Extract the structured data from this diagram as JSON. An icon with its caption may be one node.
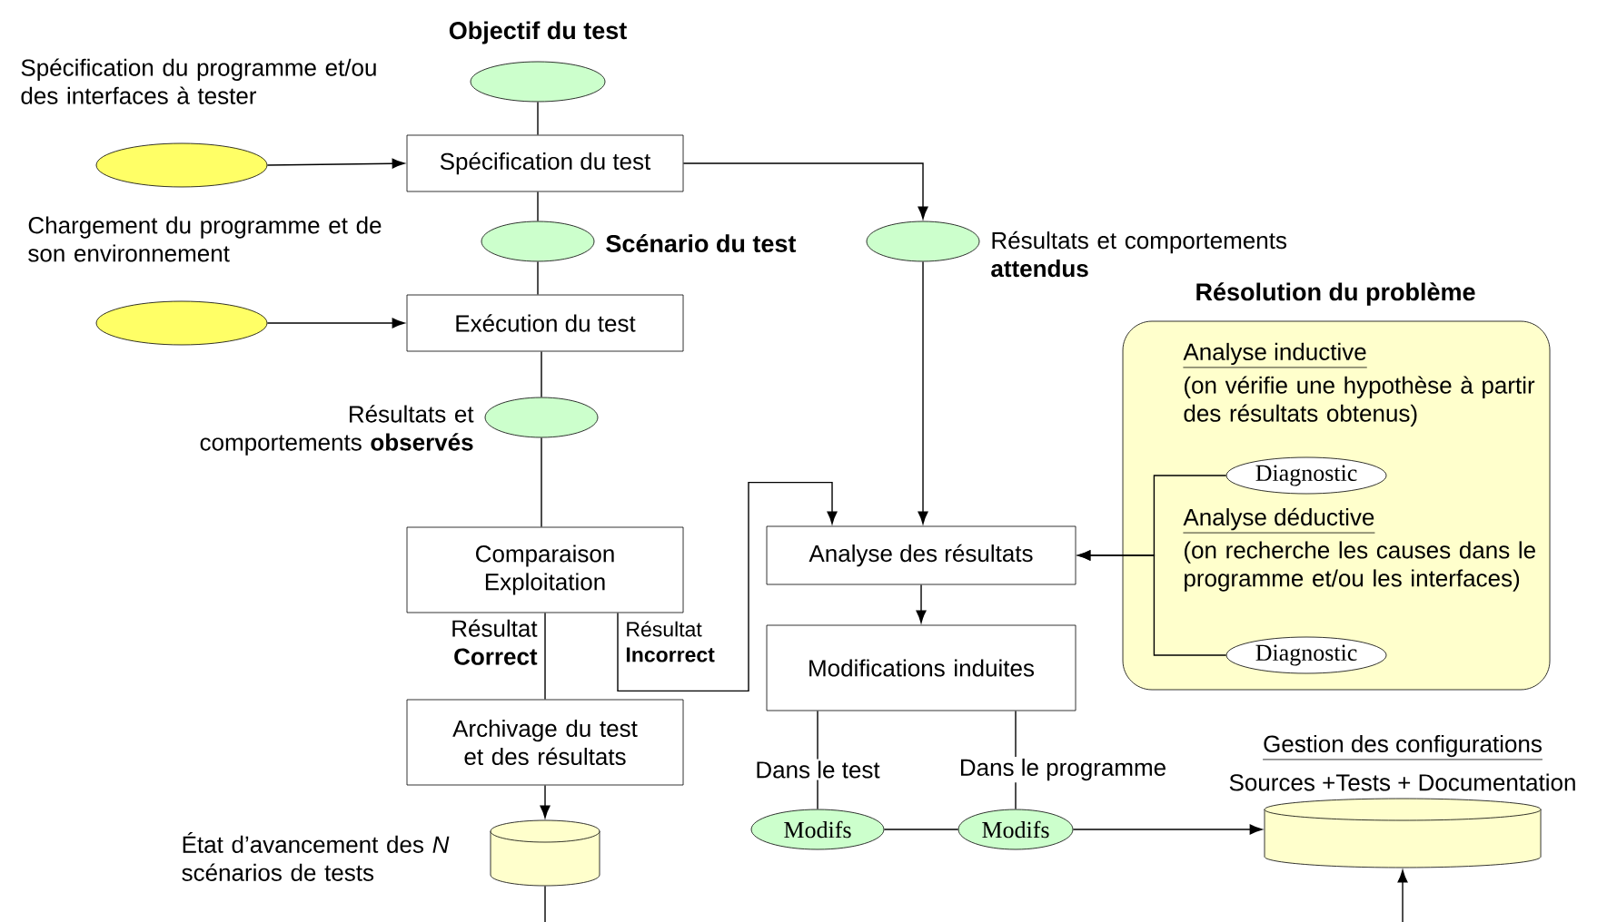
{
  "diagram": {
    "nodes": [
      {
        "text": [
          "Objectif du test"
        ]
      },
      {
        "text": [
          "Spécification du programme et/ou des interfaces à tester"
        ]
      },
      {
        "text": [
          "Spécification du test"
        ]
      },
      {
        "text": [
          "Scénario du test"
        ]
      },
      {
        "text": [
          "Chargement du programme et de son environnement"
        ]
      },
      {
        "text": [
          "Exécution du test"
        ]
      },
      {
        "text": [
          "Résultats et comportements **observés**"
        ]
      },
      {
        "text": [
          "Résultats et comportements **attendus**"
        ]
      },
      {
        "text": [
          "Comparaison Exploitation"
        ]
      },
      {
        "text": [
          "Archivage du test et des résultats"
        ]
      },
      {
        "text": [
          "État d’avancement des *N* scénarios de tests"
        ]
      },
      {
        "text": [
          "Analyse des résultats"
        ]
      },
      {
        "text": [
          "Modifications induites"
        ]
      },
      {
        "text": [
          "Modifs"
        ]
      },
      {
        "text": [
          "Modifs"
        ]
      },
      {
        "text": [
          "Gestion des configurations",
          "Sources +Tests + Documentation"
        ]
      },
      {
        "text": [
          "Résolution du problème",
          "Analyse inductive",
          "(on vérifie une hypothèse à partir des résultats obtenus)",
          "Analyse déductive",
          "(on recherche les causes dans le programme et/ou les interfaces)"
        ]
      },
      {
        "text": [
          "Diagnostic"
        ],
        "in": 16
      },
      {
        "text": [
          "Diagnostic"
        ],
        "in": 16
      }
    ],
    "edges": [
      {
        "from": 0,
        "to": 2,
        "arrow": "none"
      },
      {
        "from": 1,
        "to": 2,
        "arrow": "to"
      },
      {
        "from": 2,
        "to": 3,
        "arrow": "none"
      },
      {
        "from": 3,
        "to": 5,
        "arrow": "none"
      },
      {
        "from": 4,
        "to": 5,
        "arrow": "to"
      },
      {
        "from": 5,
        "to": 6,
        "arrow": "none"
      },
      {
        "from": 6,
        "to": 8,
        "arrow": "none"
      },
      {
        "from": 2,
        "to": 7,
        "arrow": "to"
      },
      {
        "from": 7,
        "to": 11,
        "arrow": "to"
      },
      {
        "from": 8,
        "to": 9,
        "arrow": "none",
        "label": "Résultat **Correct**"
      },
      {
        "from": 8,
        "to": 11,
        "arrow": "to",
        "label": "Résultat **Incorrect**"
      },
      {
        "from": 9,
        "to": 10,
        "arrow": "to"
      },
      {
        "from": 10,
        "to": null,
        "arrow": "none"
      },
      {
        "from": 17,
        "to": 11,
        "arrow": "to"
      },
      {
        "from": 18,
        "to": 11,
        "arrow": "to"
      },
      {
        "from": 11,
        "to": 12,
        "arrow": "to"
      },
      {
        "from": 12,
        "to": 13,
        "arrow": "none",
        "label": "Dans le test"
      },
      {
        "from": 12,
        "to": 14,
        "arrow": "none",
        "label": "Dans le programme"
      },
      {
        "from": 13,
        "to": 14,
        "arrow": "none"
      },
      {
        "from": 14,
        "to": 15,
        "arrow": "to"
      },
      {
        "from": null,
        "to": 15,
        "arrow": "to"
      }
    ]
  }
}
